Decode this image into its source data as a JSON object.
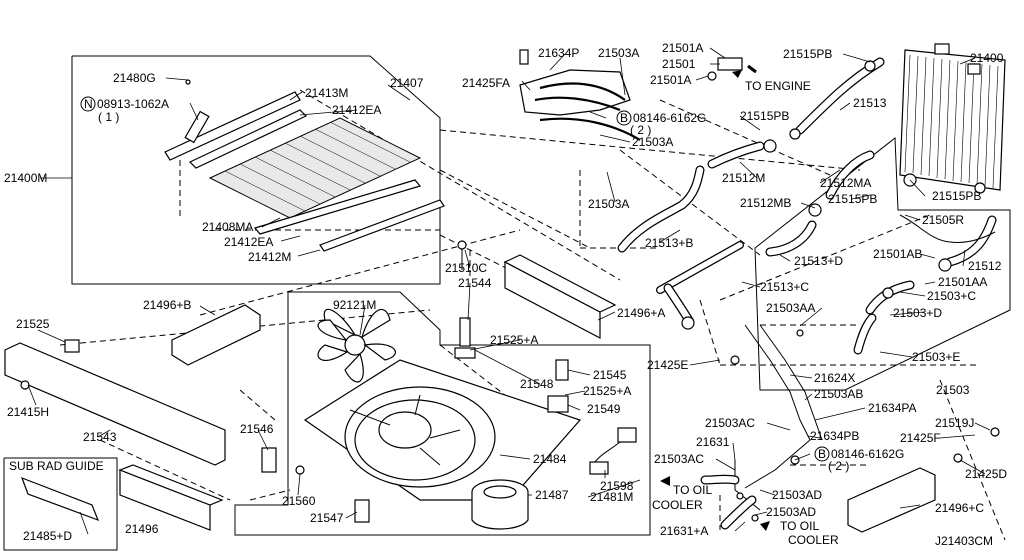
{
  "diagram_code": "J21403CM",
  "sub_rad_guide": "SUB RAD GUIDE",
  "flow": {
    "to_engine": "TO ENGINE",
    "to_oil_cooler_1": "TO OIL",
    "to_oil_cooler_1b": "COOLER",
    "to_oil_cooler_2": "TO OIL",
    "to_oil_cooler_2b": "COOLER"
  },
  "callouts": {
    "c21480G": "21480G",
    "c08913": "08913-1062A",
    "c08913q": "( 1 )",
    "c21413M": "21413M",
    "c21407": "21407",
    "c21412EA_top": "21412EA",
    "c21400M": "21400M",
    "c21408MA": "21408MA",
    "c21412EA_bot": "21412EA",
    "c21412M": "21412M",
    "c21425FA": "21425FA",
    "c21634P": "21634P",
    "c21503A_top": "21503A",
    "c21501A_1": "21501A",
    "c21501": "21501",
    "c21501A_2": "21501A",
    "c21515PB_top": "21515PB",
    "c21400": "21400",
    "c21513": "21513",
    "c08146_1": "08146-6162G",
    "c08146_1q": "( 2 )",
    "c21515PB_mid": "21515PB",
    "c21503A_mid": "21503A",
    "c21512M": "21512M",
    "c21512MA": "21512MA",
    "c21512MB": "21512MB",
    "c21515PB_r": "21515PB",
    "c21515PB_r2": "21515PB",
    "c21505R": "21505R",
    "c21503A_low": "21503A",
    "c21513B": "21513+B",
    "c21513D": "21513+D",
    "c21501AB": "21501AB",
    "c21512": "21512",
    "c21501AA": "21501AA",
    "c21503C": "21503+C",
    "c21503D": "21503+D",
    "c21513C": "21513+C",
    "c21503AA": "21503AA",
    "c21503E": "21503+E",
    "c21503": "21503",
    "c21510C": "21510C",
    "c21544": "21544",
    "c92121M": "92121M",
    "c21525_l": "21525",
    "c21496B": "21496+B",
    "c21525A_1": "21525+A",
    "c21496A": "21496+A",
    "c21425E": "21425E",
    "c21415H": "21415H",
    "c21548": "21548",
    "c21545": "21545",
    "c21525A_2": "21525+A",
    "c21549": "21549",
    "c21543": "21543",
    "c21546": "21546",
    "c21624X": "21624X",
    "c21503AB": "21503AB",
    "c21634PA": "21634PA",
    "c21503AC": "21503AC",
    "c21634PB": "21634PB",
    "c21519J": "21519J",
    "c21425F": "21425F",
    "c21631_1": "21631",
    "c21503AC_2": "21503AC",
    "c08146_2": "08146-6162G",
    "c08146_2q": "( 2 )",
    "c21484": "21484",
    "c21598": "21598",
    "c21425D": "21425D",
    "c21560": "21560",
    "c21487": "21487",
    "c21481M": "21481M",
    "c21503AD_1": "21503AD",
    "c21503AD_2": "21503AD",
    "c21547": "21547",
    "c21496": "21496",
    "c21485D": "21485+D",
    "c21631A": "21631+A",
    "c21496C": "21496+C"
  },
  "symbols": {
    "n": "N",
    "b1": "B",
    "b2": "B"
  }
}
